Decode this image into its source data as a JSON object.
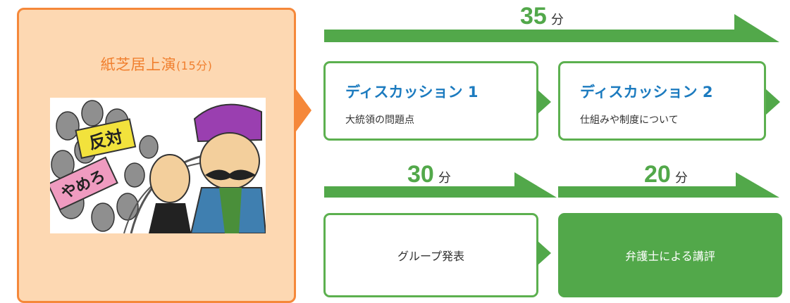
{
  "left": {
    "title_main": "紙芝居上演",
    "title_sub": "(15分)"
  },
  "illustration": {
    "sign_top": "反対",
    "sign_bottom": "やめろ"
  },
  "top_time": {
    "value": "35",
    "unit": "分"
  },
  "mid_time_left": {
    "value": "30",
    "unit": "分"
  },
  "mid_time_right": {
    "value": "20",
    "unit": "分"
  },
  "discussion1": {
    "title": "ディスカッション 1",
    "desc": "大統領の問題点"
  },
  "discussion2": {
    "title": "ディスカッション 2",
    "desc": "仕組みや制度について"
  },
  "group_presentation": {
    "label": "グループ発表"
  },
  "lawyer_review": {
    "label": "弁護士による講評"
  },
  "colors": {
    "green": "#52a84a",
    "orange": "#f5883a",
    "blue": "#1c7bbf",
    "peach": "#fdd8b2"
  }
}
